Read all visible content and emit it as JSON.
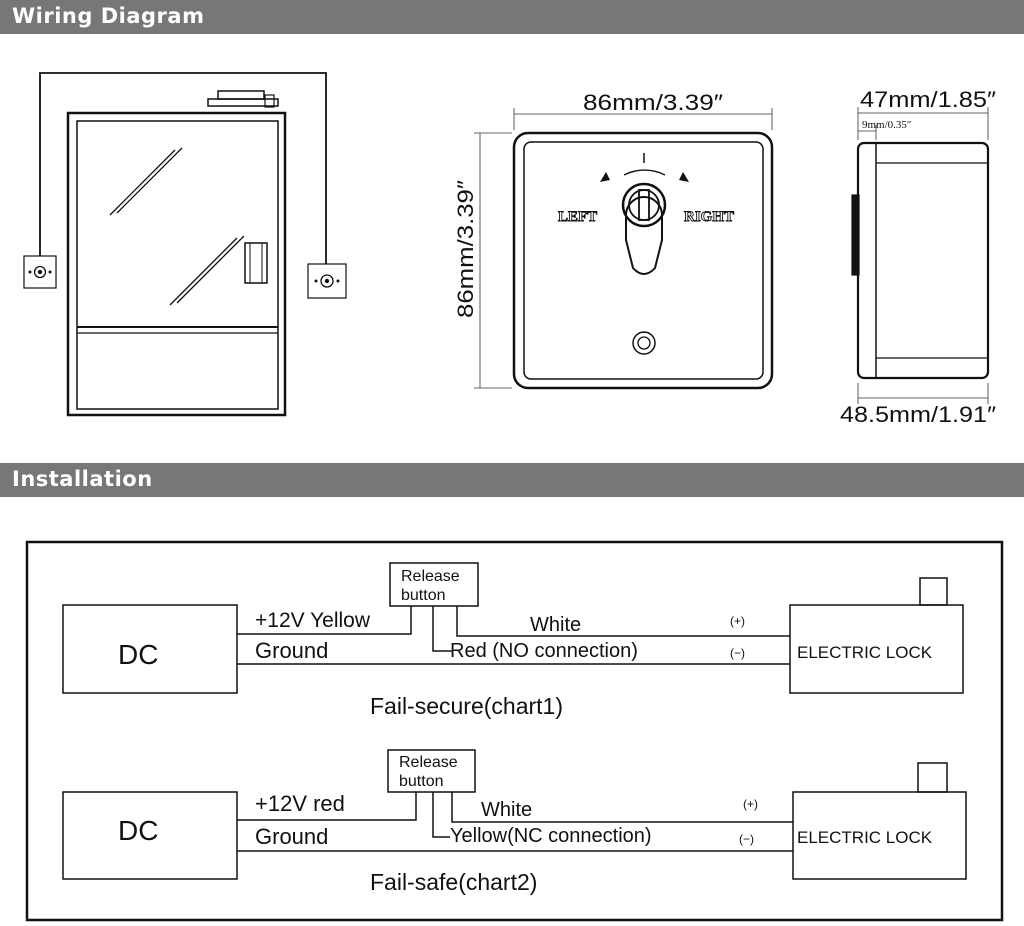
{
  "sections": {
    "wiring_title": "Wiring Diagram",
    "installation_title": "Installation"
  },
  "dimensions": {
    "front_width": "86mm/3.39″",
    "front_height": "86mm/3.39″",
    "side_top": "47mm/1.85″",
    "side_small": "9mm/0.35″",
    "side_bottom": "48.5mm/1.91″"
  },
  "switch_face": {
    "left_label": "LEFT",
    "right_label": "RIGHT"
  },
  "chart1": {
    "power_label": "DC",
    "release_line1": "Release",
    "release_line2": "button",
    "positive_wire": "+12V Yellow",
    "ground_wire": "Ground",
    "white_wire": "White",
    "output_wire": "Red (NO connection)",
    "plus_sign": "(+)",
    "minus_sign": "(−)",
    "lock_label": "ELECTRIC LOCK",
    "caption": "Fail-secure(chart1)"
  },
  "chart2": {
    "power_label": "DC",
    "release_line1": "Release",
    "release_line2": "button",
    "positive_wire": "+12V red",
    "ground_wire": "Ground",
    "white_wire": "White",
    "output_wire": "Yellow(NC connection)",
    "plus_sign": "(+)",
    "minus_sign": "(−)",
    "lock_label": "ELECTRIC LOCK",
    "caption": "Fail-safe(chart2)"
  }
}
